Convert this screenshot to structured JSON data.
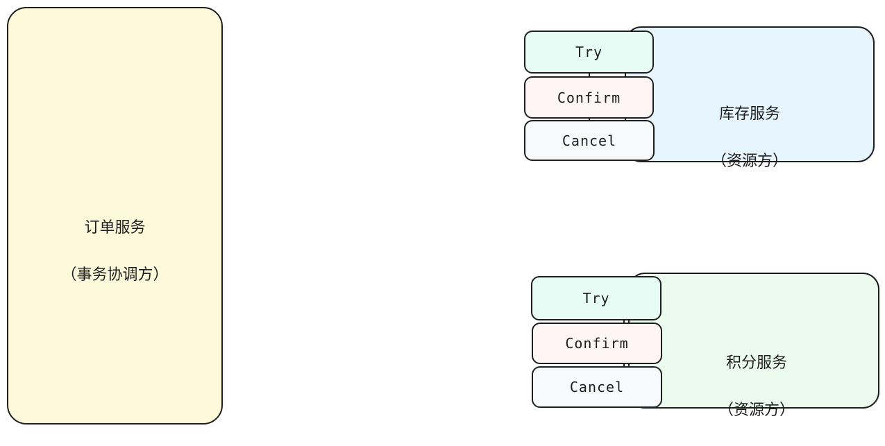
{
  "coordinator": {
    "title": "订单服务",
    "subtitle": "（事务协调方）",
    "fill": "#fff9db"
  },
  "services": [
    {
      "title": "库存服务",
      "subtitle": "（资源方）",
      "fill": "#e7f5ff",
      "ops": {
        "try": "Try",
        "confirm": "Confirm",
        "cancel": "Cancel"
      }
    },
    {
      "title": "积分服务",
      "subtitle": "（资源方）",
      "fill": "#ebfbee",
      "ops": {
        "try": "Try",
        "confirm": "Confirm",
        "cancel": "Cancel"
      }
    }
  ],
  "op_colors": {
    "try": "#e6fcf5",
    "confirm": "#fff5f5",
    "cancel": "#f8f9fa"
  }
}
